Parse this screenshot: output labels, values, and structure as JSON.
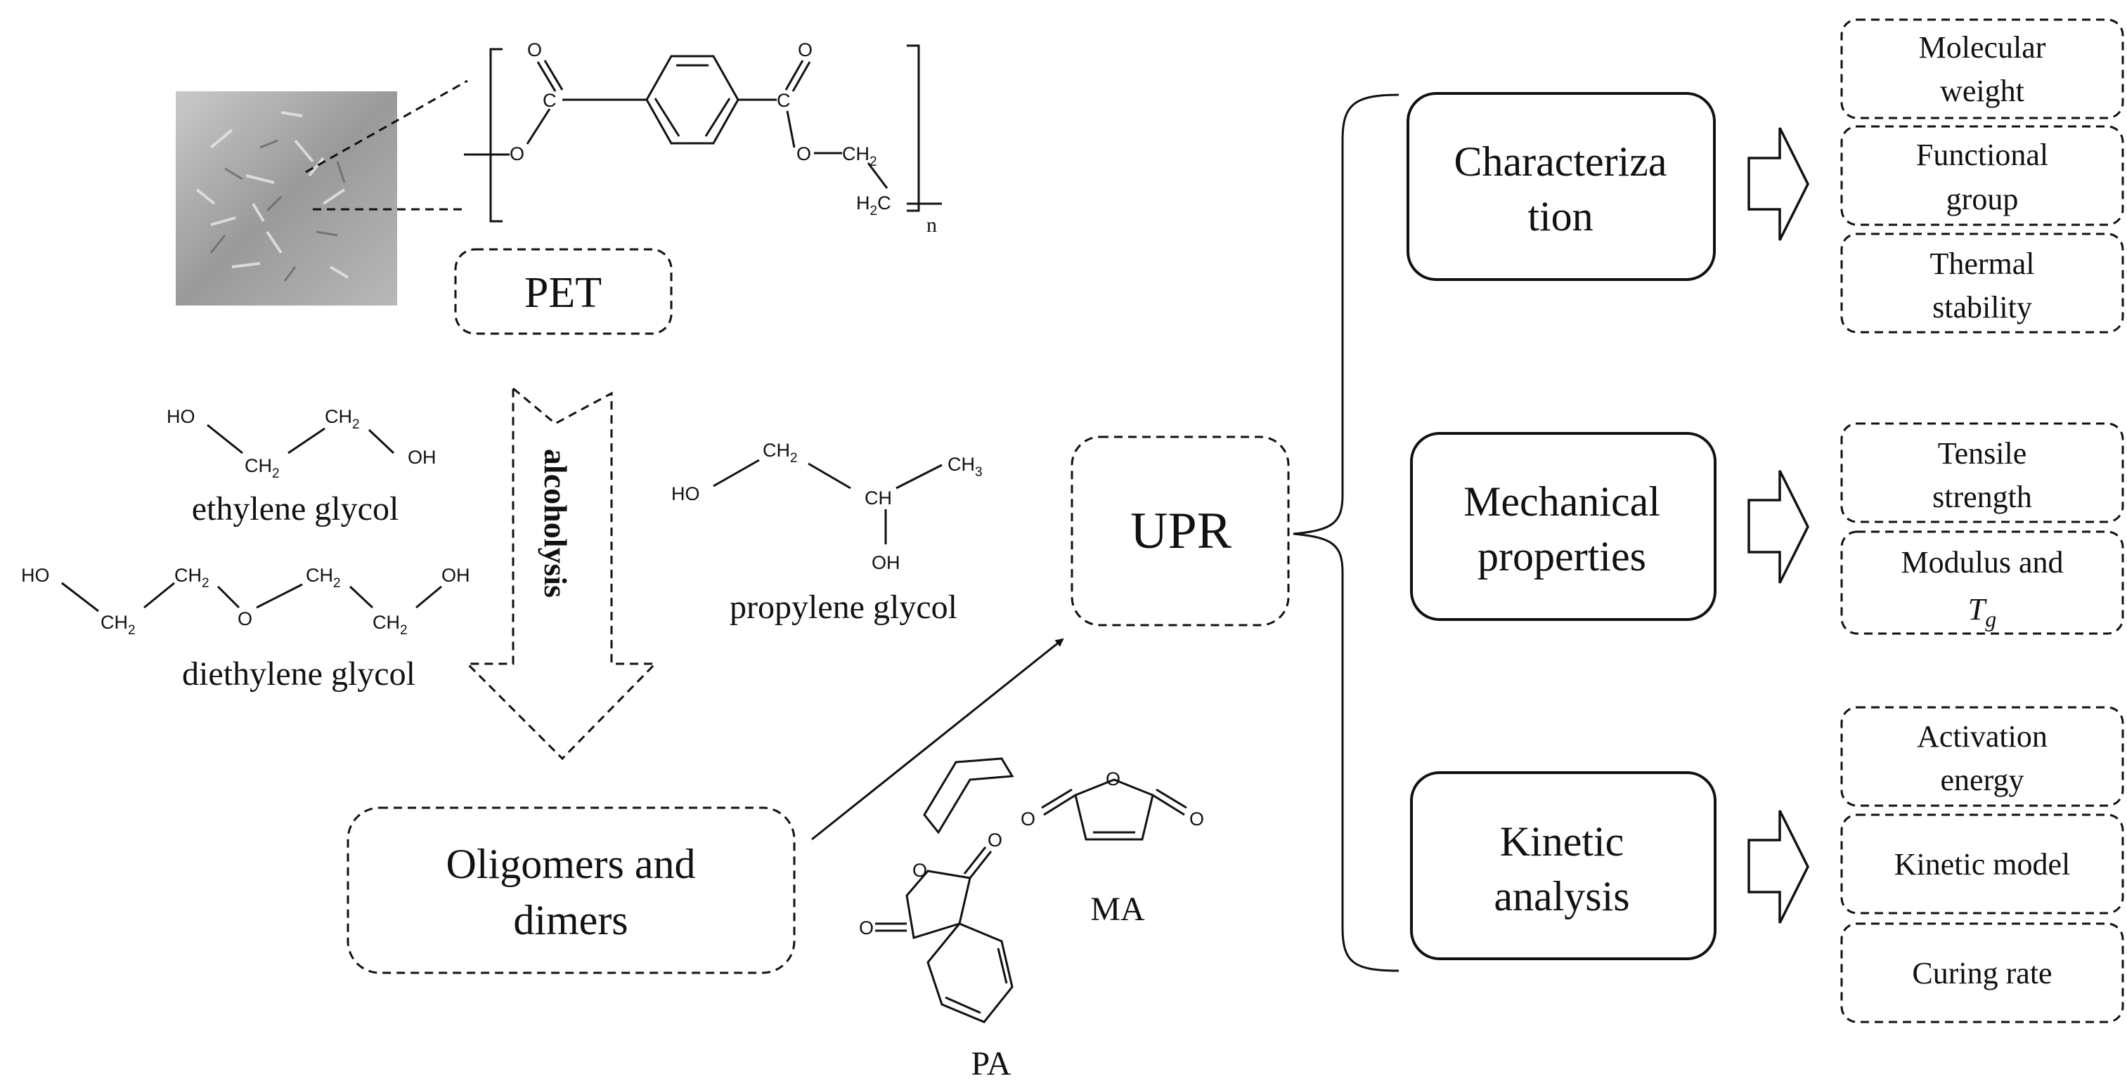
{
  "pet": {
    "label": "PET",
    "repeat_n": "n",
    "atoms": {
      "o1": "O",
      "o2": "O",
      "o3": "O",
      "o4": "O",
      "c1": "C",
      "c2": "C",
      "ch2": "CH",
      "h2c": "H",
      "c_last": "C"
    },
    "subs": {
      "two": "2"
    }
  },
  "glycols": {
    "ethylene": {
      "name": "ethylene glycol",
      "atoms": {
        "ho": "HO",
        "ch2": "CH",
        "oh": "OH"
      }
    },
    "diethylene": {
      "name": "diethylene glycol",
      "atoms": {
        "ho": "HO",
        "ch2": "CH",
        "o": "O",
        "oh": "OH"
      }
    },
    "propylene": {
      "name": "propylene glycol",
      "atoms": {
        "ho": "HO",
        "ch2": "CH",
        "ch": "CH",
        "ch3": "CH",
        "oh": "OH"
      },
      "subs": {
        "three": "3"
      }
    }
  },
  "alcoholysis_label": "alcoholysis",
  "oligomers": {
    "line1": "Oligomers and",
    "line2": "dimers"
  },
  "upr_label": "UPR",
  "reagents": {
    "ma": {
      "label": "MA",
      "o": "O"
    },
    "pa": {
      "label": "PA",
      "o": "O"
    }
  },
  "categories": [
    {
      "title_line1": "Characteriza",
      "title_line2": "tion",
      "items": [
        {
          "line1": "Molecular",
          "line2": "weight"
        },
        {
          "line1": "Functional",
          "line2": "group"
        },
        {
          "line1": "Thermal",
          "line2": "stability"
        }
      ]
    },
    {
      "title_line1": "Mechanical",
      "title_line2": "properties",
      "items": [
        {
          "line1": "Tensile",
          "line2": "strength"
        },
        {
          "line1": "Modulus and",
          "line2_main": "T",
          "line2_sub": "g"
        }
      ]
    },
    {
      "title_line1": "Kinetic",
      "title_line2": "analysis",
      "items": [
        {
          "line1": "Activation",
          "line2": "energy"
        },
        {
          "line1": "Kinetic model"
        },
        {
          "line1": "Curing rate"
        }
      ]
    }
  ]
}
